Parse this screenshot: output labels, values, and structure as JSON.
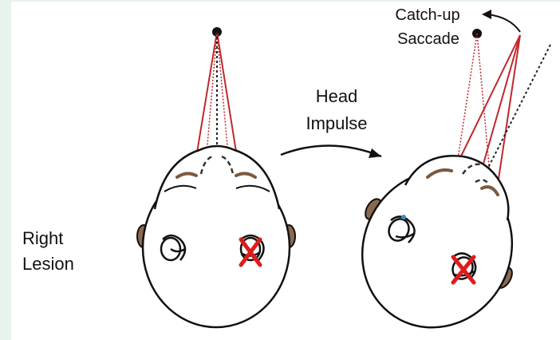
{
  "labels": {
    "head": "Head",
    "impulse": "Impulse",
    "right": "Right",
    "lesion": "Lesion",
    "catch_up": "Catch-up",
    "saccade": "Saccade"
  },
  "colors": {
    "gaze_line": "#c0272d",
    "lesion_mark": "#e01b1b",
    "outline": "#111111",
    "ears": "#8a6a4e",
    "hair": "#7a5a40",
    "background_frame": "#e8f3ec"
  }
}
